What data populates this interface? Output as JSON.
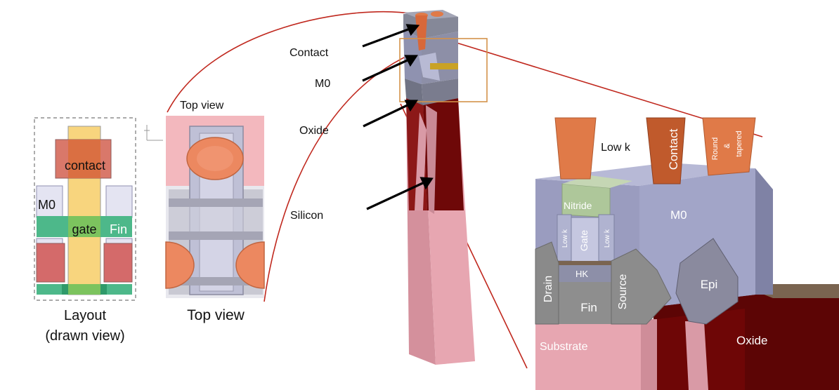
{
  "layout_panel": {
    "labels": {
      "contact": "contact",
      "m0": "M0",
      "gate": "gate",
      "fin": "Fin"
    },
    "caption_line1": "Layout",
    "caption_line2": "(drawn view)"
  },
  "topview_panel": {
    "title_top": "Top view",
    "caption": "Top view"
  },
  "column_labels": {
    "contact": "Contact",
    "m0": "M0",
    "oxide": "Oxide",
    "silicon": "Silicon"
  },
  "cross_section": {
    "labels": {
      "low_k_top": "Low k",
      "contact": "Contact",
      "round": "Round",
      "amp": "&",
      "tapered": "tapered",
      "nitride": "Nitride",
      "m0": "M0",
      "gate": "Gate",
      "low_k_left": "Low k",
      "low_k_right": "Low k",
      "hk": "HK",
      "drain": "Drain",
      "fin": "Fin",
      "source": "Source",
      "epi": "Epi",
      "substrate": "Substrate",
      "oxide": "Oxide"
    }
  },
  "colors": {
    "contact_orange": "#d9703c",
    "m0_lavender": "#a9acd6",
    "oxide_dark_red": "#7a0a0a",
    "substrate_pink": "#e7a6b1",
    "fin_gray": "#8e8e8e",
    "nitride_green": "#aec79a",
    "gate_yellow": "#f7d77a",
    "fin_green": "#4db88a",
    "connector_red": "#c0281e"
  }
}
